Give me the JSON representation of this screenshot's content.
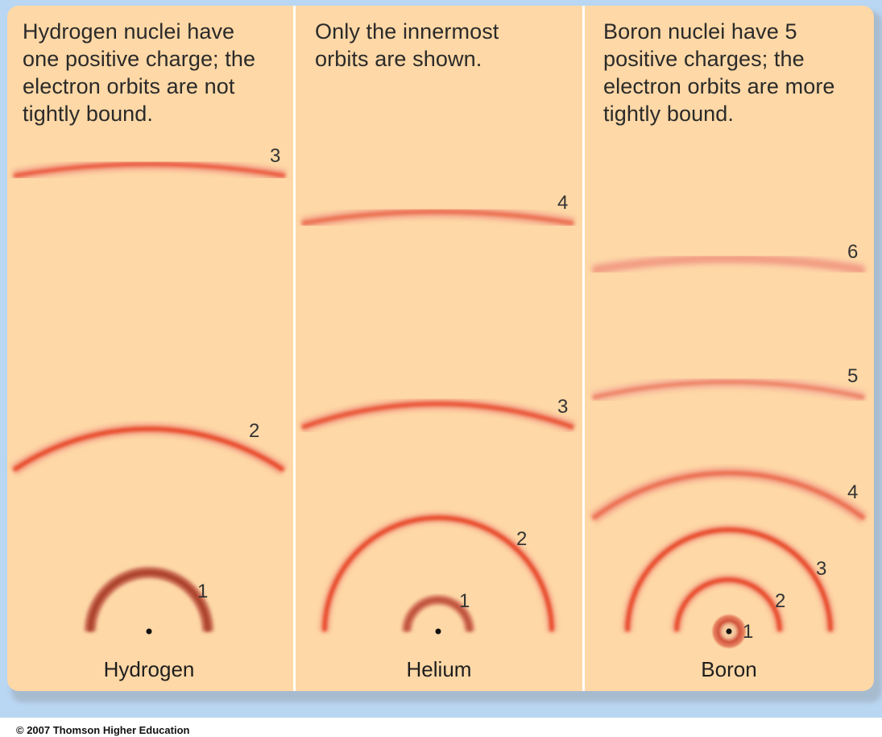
{
  "captions": {
    "hydrogen": [
      "Hydrogen nuclei have",
      "one positive charge; the",
      "electron orbits are not",
      "tightly bound."
    ],
    "helium": [
      "Only the innermost",
      "orbits are shown."
    ],
    "boron": [
      "Boron nuclei have 5",
      "positive charges; the",
      "electron orbits are more",
      "tightly bound."
    ]
  },
  "atoms": {
    "hydrogen": "Hydrogen",
    "helium": "Helium",
    "boron": "Boron"
  },
  "orbit_numbers": {
    "hydrogen": [
      "1",
      "2",
      "3"
    ],
    "helium": [
      "1",
      "2",
      "3",
      "4"
    ],
    "boron": [
      "1",
      "2",
      "3",
      "4",
      "5",
      "6"
    ]
  },
  "colors": {
    "panel": "#fed8a6",
    "frame": "#b9d6f2",
    "orbit_core": "#e63c1e",
    "orbit_glow": "#f4a58a",
    "orbit_inner_hydrogen": "#b8452e"
  },
  "copyright": "© 2007 Thomson Higher Education"
}
